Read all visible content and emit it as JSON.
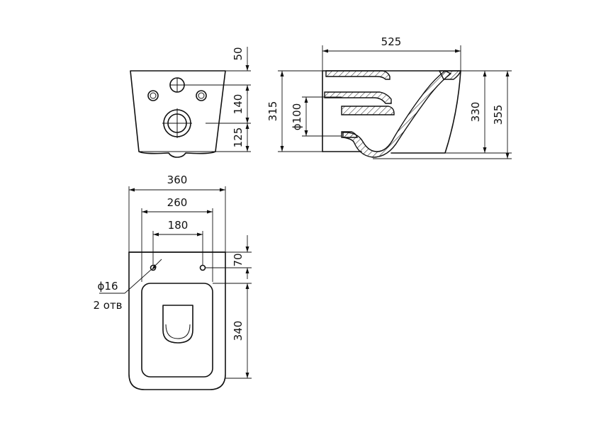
{
  "dimensions": {
    "front_top_gap": "50",
    "front_inlet_spacing": "140",
    "front_outlet_height": "125",
    "side_length": "525",
    "side_outlet_height": "315",
    "side_outlet_diameter": "ϕ100",
    "side_height_330": "330",
    "side_height_355": "355",
    "plan_width": "360",
    "plan_holes_outer": "260",
    "plan_holes_inner": "180",
    "plan_hole_offset": "70",
    "plan_bowl_depth": "340",
    "plan_hole_diameter": "ϕ16",
    "plan_hole_count": "2 отв"
  }
}
